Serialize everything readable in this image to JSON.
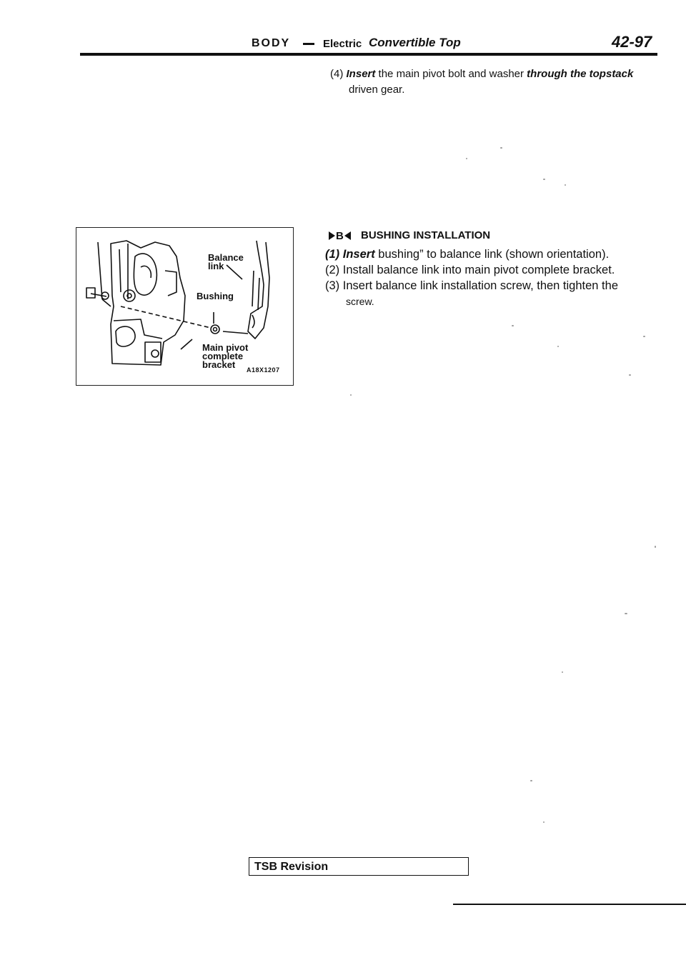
{
  "header": {
    "section": "BODY",
    "subsection_a": "Electric",
    "subsection_b": "Convertible Top",
    "page_number": "42-97"
  },
  "step4": {
    "number": "(4)",
    "verb": "Insert",
    "text_a": "the main pivot bolt and washer",
    "text_b": "through the topstack",
    "line2": "driven gear."
  },
  "figure": {
    "labels": {
      "balance_link_1": "Balance",
      "balance_link_2": "link",
      "bushing": "Bushing",
      "main_pivot_1": "Main pivot",
      "main_pivot_2": "complete",
      "main_pivot_3": "bracket"
    },
    "code": "A18X1207"
  },
  "section_b": {
    "marker": "B",
    "title": "BUSHING INSTALLATION",
    "steps": [
      {
        "number": "(1)",
        "verb": "Insert",
        "text": "bushing” to balance link (shown orientation)."
      },
      {
        "number": "(2)",
        "text": "Install balance link into main pivot complete bracket."
      },
      {
        "number": "(3)",
        "text": "Insert balance link installation screw, then tighten the"
      }
    ],
    "step3_continued": "screw."
  },
  "footer": {
    "tsb_label": "TSB Revision"
  }
}
